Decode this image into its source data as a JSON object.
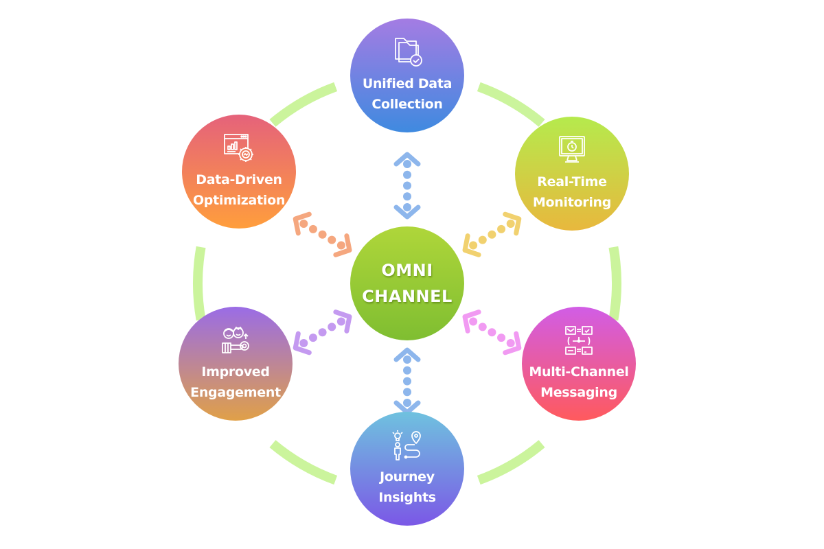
{
  "diagram": {
    "type": "hub-and-spoke",
    "ring_color": "#cbf49c",
    "center": {
      "line1": "OMNI",
      "line2": "CHANNEL",
      "gradient": [
        "#a9d234",
        "#7cbf30"
      ]
    },
    "nodes": [
      {
        "id": "unified-data-collection",
        "line1": "Unified Data",
        "line2": "Collection",
        "icon": "folder-check-icon",
        "gradient": [
          "#a47ce3",
          "#3f8ae0"
        ],
        "arrow_color": "#8db6ec"
      },
      {
        "id": "real-time-monitoring",
        "line1": "Real-Time",
        "line2": "Monitoring",
        "icon": "monitor-stopwatch-icon",
        "gradient": [
          "#b4ea4e",
          "#e9b93d"
        ],
        "arrow_color": "#f1d16f"
      },
      {
        "id": "multi-channel-messaging",
        "line1": "Multi-Channel",
        "line2": "Messaging",
        "icon": "multi-channel-icon",
        "gradient": [
          "#d35ee6",
          "#ff5a5f"
        ],
        "arrow_color": "#f19af2"
      },
      {
        "id": "journey-insights",
        "line1": "Journey",
        "line2": "Insights",
        "icon": "journey-map-icon",
        "gradient": [
          "#6fc0e0",
          "#7d5ae6"
        ],
        "arrow_color": "#8db6ec"
      },
      {
        "id": "improved-engagement",
        "line1": "Improved",
        "line2": "Engagement",
        "icon": "people-engagement-icon",
        "gradient": [
          "#9b6de6",
          "#e0a04a"
        ],
        "arrow_color": "#c49af0"
      },
      {
        "id": "data-driven-optimization",
        "line1": "Data-Driven",
        "line2": "Optimization",
        "icon": "analytics-gear-icon",
        "gradient": [
          "#e5637a",
          "#ff9d3d"
        ],
        "arrow_color": "#f5a77f"
      }
    ]
  }
}
